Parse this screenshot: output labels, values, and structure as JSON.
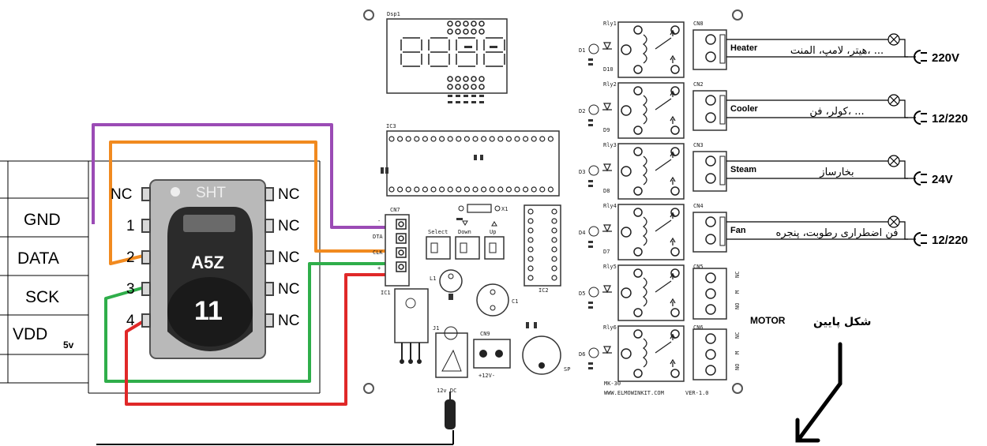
{
  "sensor_table": {
    "rows": [
      "GND",
      "DATA",
      "SCK",
      "VDD"
    ],
    "vdd_sub": "5v"
  },
  "sensor_chip": {
    "header": "SHT",
    "model": "A5Z",
    "number": "11",
    "left_pins": [
      "NC",
      "1",
      "2",
      "3",
      "4"
    ],
    "right_pins": [
      "NC",
      "NC",
      "NC",
      "NC",
      "NC"
    ]
  },
  "board": {
    "display_label": "Dsp1",
    "ic_label": "IC3",
    "connector_label": "CN7",
    "connector_pins": [
      "-",
      "DTA",
      "CLK",
      "+"
    ],
    "buttons": [
      "Select",
      "Down",
      "Up"
    ],
    "resistor_label": "X1",
    "ic2_label": "IC2",
    "ic1_label": "IC1",
    "l1_label": "L1",
    "c1_label": "C1",
    "j1_label": "J1",
    "cn9_label": "CN9",
    "cn9_sub": "+12V-",
    "sp_label": "SP",
    "jack_label": "12v DC",
    "model": "MK-30",
    "url": "WWW.ELMOWINKIT.COM",
    "version": "VER-1.0",
    "relays": [
      "Rly1",
      "Rly2",
      "Rly3",
      "Rly4",
      "Rly5",
      "Rly6"
    ],
    "diodes": [
      "D1",
      "D2",
      "D3",
      "D4",
      "D5",
      "D6"
    ],
    "diode_subs": [
      "D10",
      "D9",
      "D8",
      "D7"
    ],
    "outputs": [
      "CN8",
      "CN2",
      "CN3",
      "CN4",
      "CN5",
      "CN6"
    ],
    "motor_pins": [
      "NC",
      "M",
      "NO"
    ]
  },
  "loads": [
    {
      "label": "Heater",
      "desc": "هیتر، لامپ، المنت، ...",
      "voltage": "220V"
    },
    {
      "label": "Cooler",
      "desc": "کولر، فن، ...",
      "voltage": "12/220"
    },
    {
      "label": "Steam",
      "desc": "بخارساز",
      "voltage": "24V"
    },
    {
      "label": "Fan",
      "desc": "فن اضطراری رطوبت، پنجره",
      "voltage": "12/220"
    }
  ],
  "motor_label": "MOTOR",
  "shape_below": "شکل پایین",
  "colors": {
    "purple": "#9b4bb5",
    "orange": "#f18a1f",
    "green": "#2fae4a",
    "red": "#e02828",
    "chip_body": "#b9b9b9",
    "chip_dark": "#2b2b2b"
  }
}
